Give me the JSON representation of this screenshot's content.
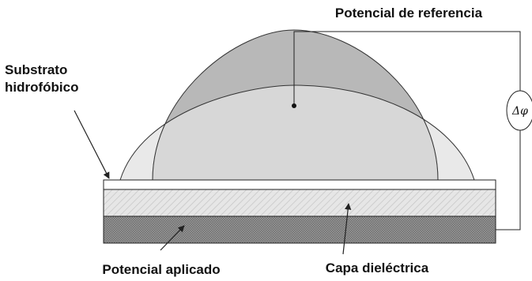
{
  "labels": {
    "reference_potential": "Potencial de referencia",
    "substrate_line1": "Substrato",
    "substrate_line2": "hidrofóbico",
    "applied_potential": "Potencial aplicado",
    "dielectric_layer": "Capa dieléctrica",
    "delta_phi": "Δφ"
  },
  "colors": {
    "droplet_tall": "#b8b8b8",
    "droplet_wide": "#e2e2e2",
    "overlap": "#cfcfcf",
    "substrate_top": "#ffffff",
    "dielectric": "#e6e6e6",
    "electrode": "#8a8a8a",
    "line": "#222222"
  }
}
